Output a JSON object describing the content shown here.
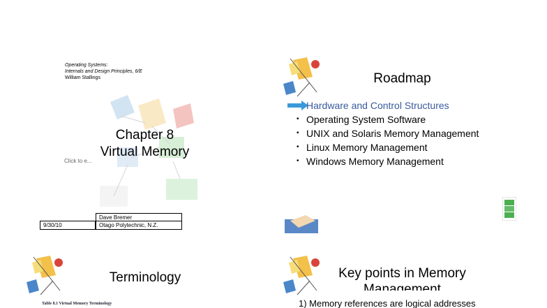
{
  "slides": [
    {
      "id": "cover",
      "book_title": "Operating Systems:",
      "book_subtitle": "Internals and Design Principles, 6/E",
      "author": "William Stallings",
      "chapter": "Chapter 8",
      "chapter_title": "Virtual Memory",
      "click_hint": "Click to e...",
      "date": "9/30/10",
      "presenter": "Dave Bremer",
      "institution": "Otago Polytechnic, N.Z."
    },
    {
      "id": "roadmap",
      "title": "Roadmap",
      "items": [
        "Hardware and Control Structures",
        "Operating System Software",
        "UNIX and Solaris Memory Management",
        "Linux Memory Management",
        "Windows Memory Management"
      ],
      "current_index": 0,
      "accent_color": "#3a9ad9"
    },
    {
      "id": "terminology",
      "title": "Terminology",
      "table_caption": "Table 8.1   Virtual Memory Terminology"
    },
    {
      "id": "keypoints",
      "title": "Key points in Memory Management",
      "first_point": "1) Memory references are logical addresses"
    }
  ]
}
